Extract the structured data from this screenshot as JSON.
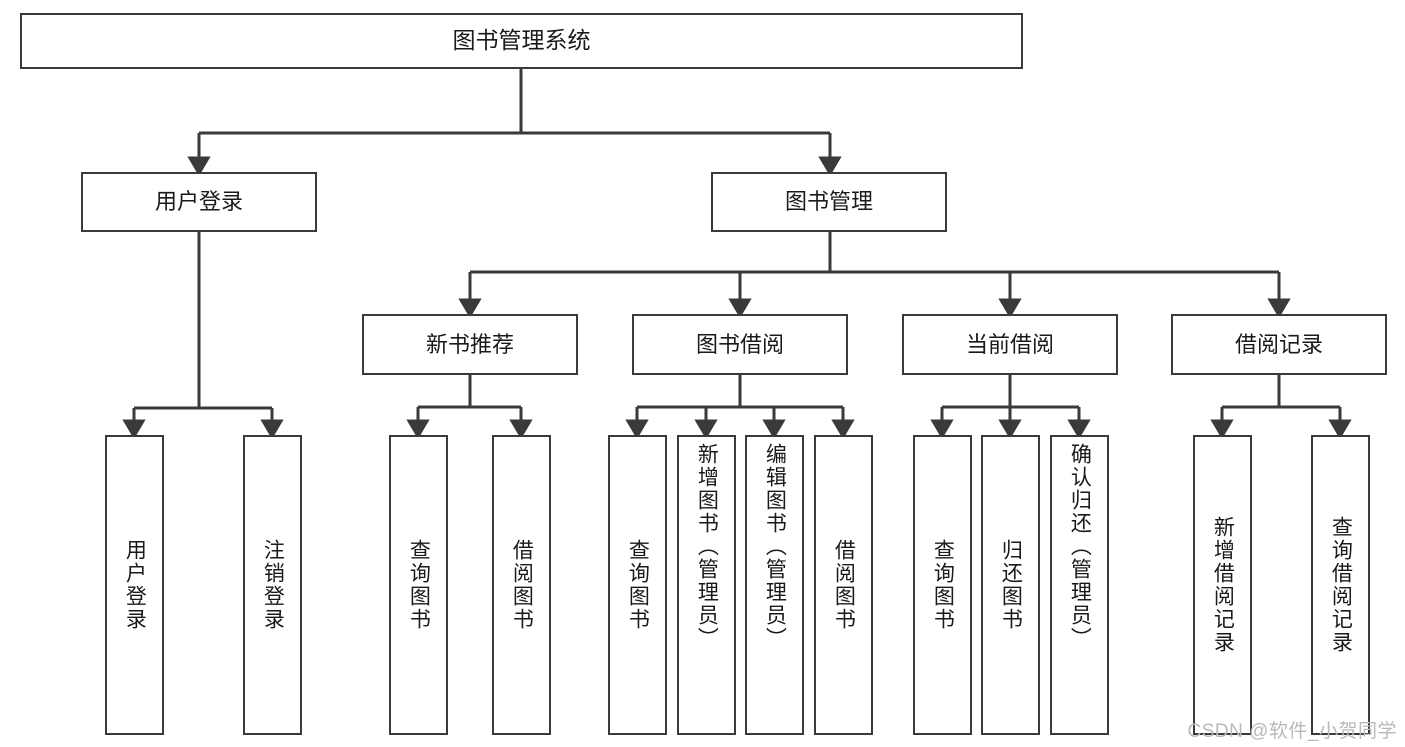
{
  "diagram": {
    "title": "图书管理系统",
    "type": "tree",
    "watermark": "CSDN @软件_小贺同学",
    "colors": {
      "box_border": "#3a3a3a",
      "box_fill": "#ffffff",
      "line": "#3a3a3a",
      "text": "#1a1a1a",
      "watermark": "#b9b9b9"
    },
    "root": {
      "label": "图书管理系统"
    },
    "level2": [
      {
        "id": "user-login",
        "label": "用户登录"
      },
      {
        "id": "book-manage",
        "label": "图书管理"
      }
    ],
    "level3": [
      {
        "id": "new-book-recommend",
        "label": "新书推荐",
        "parent": "book-manage"
      },
      {
        "id": "book-borrow",
        "label": "图书借阅",
        "parent": "book-manage"
      },
      {
        "id": "current-borrow",
        "label": "当前借阅",
        "parent": "book-manage"
      },
      {
        "id": "borrow-record",
        "label": "借阅记录",
        "parent": "book-manage"
      }
    ],
    "leaves": [
      {
        "id": "leaf-user-login",
        "label": "用户登录",
        "parent": "user-login"
      },
      {
        "id": "leaf-logout-login",
        "label": "注销登录",
        "parent": "user-login"
      },
      {
        "id": "leaf-query-book-1",
        "label": "查询图书",
        "parent": "new-book-recommend"
      },
      {
        "id": "leaf-borrow-book-1",
        "label": "借阅图书",
        "parent": "new-book-recommend"
      },
      {
        "id": "leaf-query-book-2",
        "label": "查询图书",
        "parent": "book-borrow"
      },
      {
        "id": "leaf-add-book",
        "label": "新增图书（管理员）",
        "parent": "book-borrow"
      },
      {
        "id": "leaf-edit-book",
        "label": "编辑图书（管理员）",
        "parent": "book-borrow"
      },
      {
        "id": "leaf-borrow-book-2",
        "label": "借阅图书",
        "parent": "book-borrow"
      },
      {
        "id": "leaf-query-book-3",
        "label": "查询图书",
        "parent": "current-borrow"
      },
      {
        "id": "leaf-return-book",
        "label": "归还图书",
        "parent": "current-borrow"
      },
      {
        "id": "leaf-confirm-return",
        "label": "确认归还（管理员）",
        "parent": "current-borrow"
      },
      {
        "id": "leaf-add-record",
        "label": "新增借阅记录",
        "parent": "borrow-record"
      },
      {
        "id": "leaf-query-record",
        "label": "查询借阅记录",
        "parent": "borrow-record"
      }
    ]
  }
}
